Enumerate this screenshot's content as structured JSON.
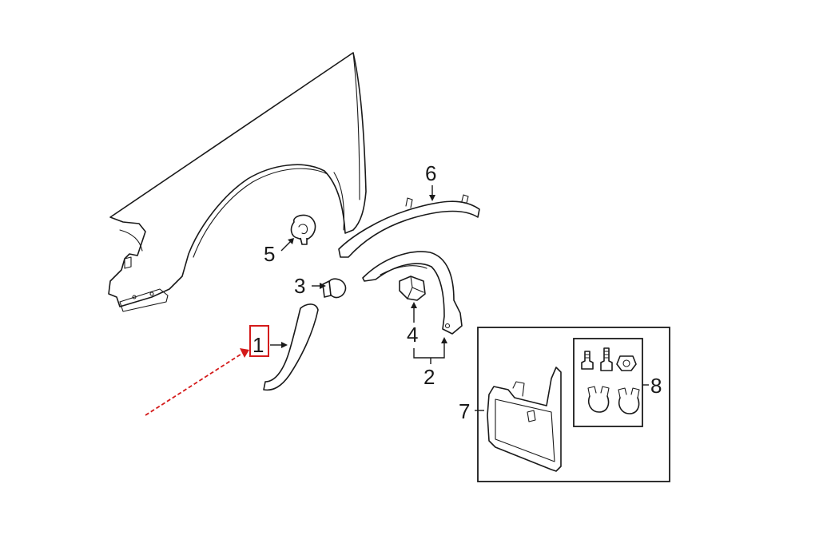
{
  "callouts": {
    "c1": "1",
    "c2": "2",
    "c3": "3",
    "c4": "4",
    "c5": "5",
    "c6": "6",
    "c7": "7",
    "c8": "8"
  },
  "highlight": {
    "target": "1",
    "color": "#d41a1a"
  },
  "colors": {
    "line": "#1a1a1a",
    "background": "#ffffff"
  }
}
